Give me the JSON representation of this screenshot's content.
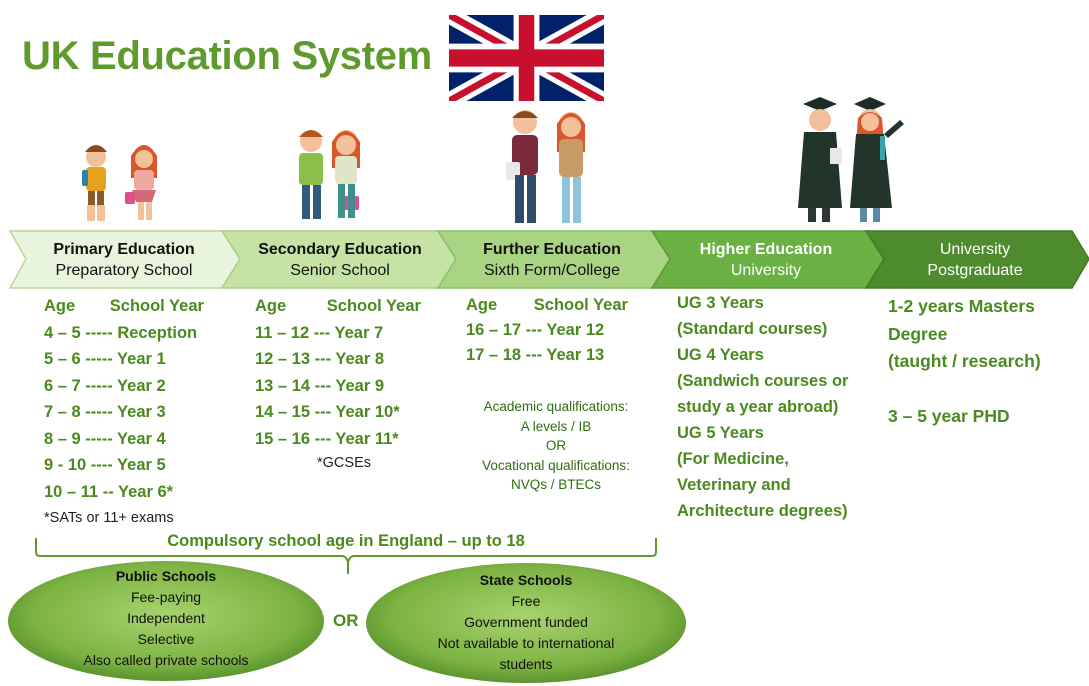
{
  "title": "UK Education System",
  "colors": {
    "title": "#5e9a2c",
    "text_green": "#4a8a1e",
    "stage1": "#e9f4dc",
    "stage2": "#c6e3a6",
    "stage3": "#a9d484",
    "stage4": "#6ab042",
    "stage5": "#4e8a2e"
  },
  "stages": [
    {
      "name": "Primary Education",
      "sub": "Preparatory School"
    },
    {
      "name": "Secondary Education",
      "sub": "Senior School"
    },
    {
      "name": "Further Education",
      "sub": "Sixth Form/College"
    },
    {
      "name": "Higher Education",
      "sub": "University"
    },
    {
      "name": "University",
      "sub": "Postgraduate"
    }
  ],
  "primary": {
    "header_age": "Age",
    "header_year": "School Year",
    "rows": [
      "4 – 5 ----- Reception",
      "5 – 6 ----- Year 1",
      "6 – 7 ----- Year 2",
      "7 – 8 ----- Year 3",
      "8 – 9 ----- Year 4",
      "9 - 10 ---- Year 5",
      "10 – 11 -- Year 6*"
    ],
    "note": "*SATs or 11+ exams"
  },
  "secondary": {
    "header_age": "Age",
    "header_year": "School Year",
    "rows": [
      "11 – 12 --- Year 7",
      "12 – 13 --- Year 8",
      "13 – 14 --- Year 9",
      "14 – 15 --- Year 10*",
      "15 – 16 --- Year 11*"
    ],
    "note": "*GCSEs"
  },
  "further": {
    "header_age": "Age",
    "header_year": "School Year",
    "rows": [
      "16 – 17 --- Year 12",
      "17 – 18 --- Year 13"
    ],
    "quals": [
      "Academic qualifications:",
      "A levels / IB",
      "OR",
      "Vocational qualifications:",
      "NVQs / BTECs"
    ]
  },
  "higher": {
    "lines": [
      "UG 3 Years",
      "(Standard courses)",
      "UG 4 Years",
      "(Sandwich courses or",
      "study a year abroad)",
      "UG 5 Years",
      "(For Medicine,",
      "Veterinary and",
      "Architecture degrees)"
    ]
  },
  "postgrad": {
    "lines": [
      "1-2 years Masters",
      "Degree",
      "(taught / research)",
      "",
      "3 – 5 year PHD"
    ]
  },
  "compulsory": "Compulsory school age in England – up to 18",
  "public_schools": {
    "title": "Public Schools",
    "lines": [
      "Fee-paying",
      "Independent",
      "Selective",
      "Also called private schools"
    ]
  },
  "or_label": "OR",
  "state_schools": {
    "title": "State Schools",
    "lines": [
      "Free",
      "Government funded",
      "Not available to international",
      "students"
    ]
  }
}
